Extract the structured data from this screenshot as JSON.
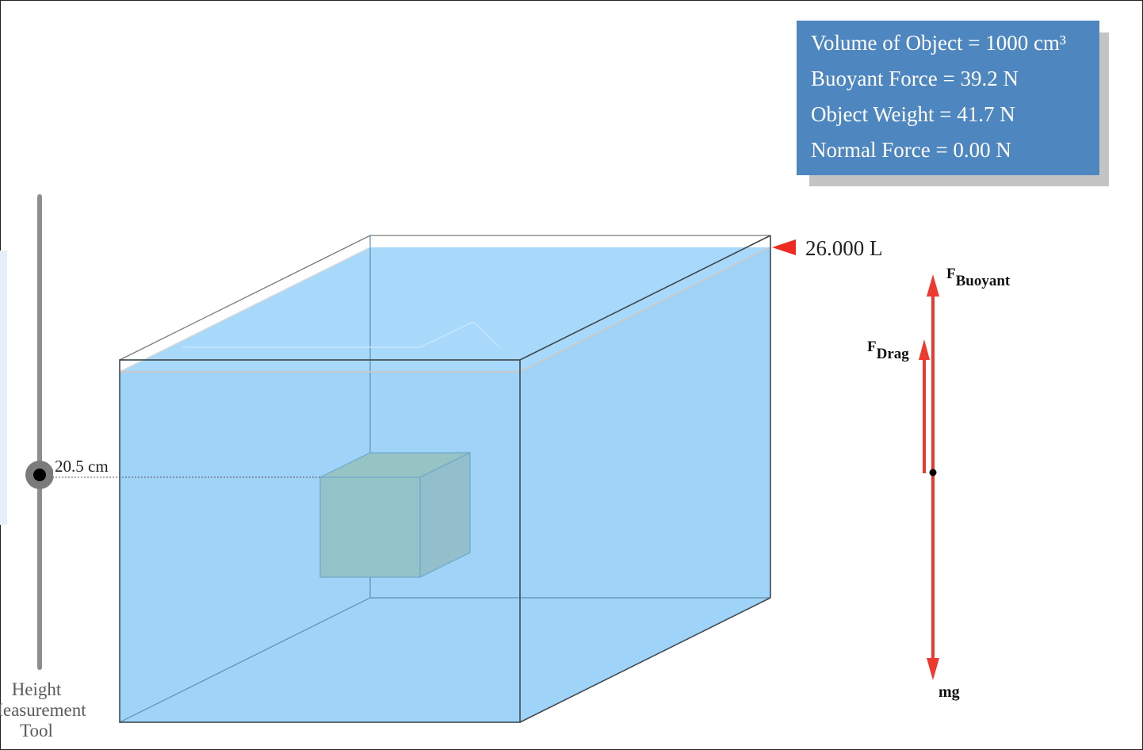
{
  "info_panel": {
    "volume": "Volume of Object = 1000 cm³",
    "buoyant": "Buoyant Force = 39.2 N",
    "weight": "Object Weight = 41.7 N",
    "normal": "Normal Force = 0.00 N"
  },
  "tank": {
    "volume_label": "26.000 L",
    "water_color": "#9fd4f8",
    "block_color": "#93c3c6"
  },
  "height_tool": {
    "reading": "20.5 cm",
    "label_lines": [
      "Height",
      "Measurement",
      "Tool"
    ]
  },
  "force_diagram": {
    "buoyant_main": "F",
    "buoyant_sub": "Buoyant",
    "drag_main": "F",
    "drag_sub": "Drag",
    "weight_label": "mg",
    "arrow_color": "#ee3a2e"
  }
}
